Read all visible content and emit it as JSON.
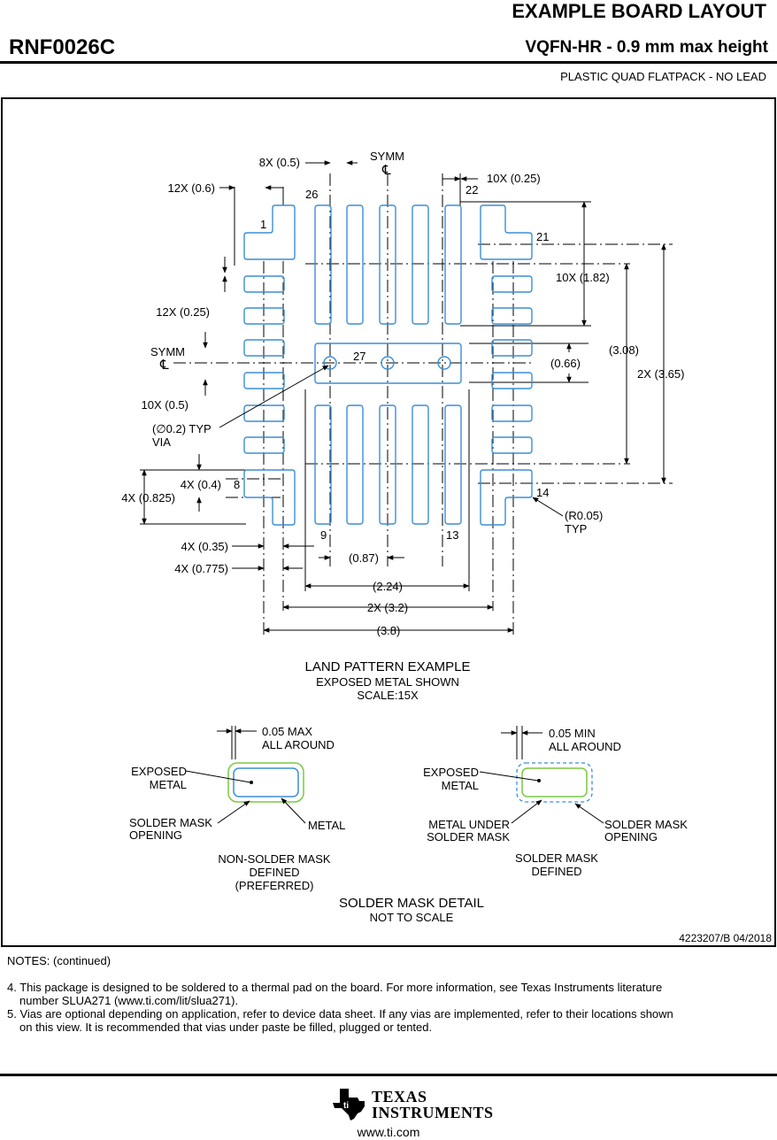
{
  "header": {
    "title": "EXAMPLE BOARD LAYOUT",
    "part_number": "RNF0026C",
    "package": "VQFN-HR - 0.9 mm max height",
    "description": "PLASTIC QUAD FLATPACK - NO LEAD"
  },
  "land_pattern": {
    "pin_labels": {
      "p1": "1",
      "p8": "8",
      "p9": "9",
      "p13": "13",
      "p14": "14",
      "p21": "21",
      "p22": "22",
      "p26": "26",
      "p27": "27"
    },
    "symm": "SYMM",
    "symm_glyph": "℄",
    "dims": {
      "top_pitch": "8X (0.5)",
      "top_width": "10X (0.25)",
      "left_width": "12X (0.6)",
      "right_len": "10X (1.82)",
      "left_pitch": "12X (0.25)",
      "left_pitch2": "10X (0.5)",
      "thermal_h": "(0.66)",
      "span_308": "(3.08)",
      "span_365": "2X (3.65)",
      "via_label": "(∅0.2) TYP",
      "via_label2": "VIA",
      "corner_04": "4X (0.4)",
      "corner_0825": "4X (0.825)",
      "corner_035": "4X (0.35)",
      "corner_0775": "4X (0.775)",
      "via_pitch": "(0.87)",
      "span_224": "(2.24)",
      "span_32": "2X (3.2)",
      "span_38": "(3.8)",
      "radius": "(R0.05)",
      "radius2": "TYP"
    },
    "caption_title": "LAND PATTERN EXAMPLE",
    "caption_line2": "EXPOSED METAL SHOWN",
    "caption_line3": "SCALE:15X"
  },
  "solder_mask": {
    "nsmd": {
      "gap1": "0.05 MAX",
      "gap2": "ALL AROUND",
      "exposed1": "EXPOSED",
      "exposed2": "METAL",
      "opening1": "SOLDER MASK",
      "opening2": "OPENING",
      "metal": "METAL",
      "title1": "NON-SOLDER MASK",
      "title2": "DEFINED",
      "title3": "(PREFERRED)"
    },
    "smd": {
      "gap1": "0.05 MIN",
      "gap2": "ALL AROUND",
      "exposed1": "EXPOSED",
      "exposed2": "METAL",
      "under1": "METAL UNDER",
      "under2": "SOLDER MASK",
      "opening1": "SOLDER MASK",
      "opening2": "OPENING",
      "title1": "SOLDER MASK",
      "title2": "DEFINED"
    },
    "caption_title": "SOLDER MASK DETAIL",
    "caption_sub": "NOT TO SCALE"
  },
  "doc_id": "4223207/B   04/2018",
  "notes": {
    "heading": "NOTES: (continued)",
    "n4_a": "4. This package is designed to be soldered to a thermal pad on the board. For more information, see Texas Instruments literature",
    "n4_b": "number SLUA271 (www.ti.com/lit/slua271).",
    "n5_a": "5. Vias are optional depending on application, refer to device data sheet. If any vias are implemented, refer to their locations shown",
    "n5_b": "on this view. It is recommended that vias under paste be filled, plugged or tented."
  },
  "footer": {
    "brand1": "TEXAS",
    "brand2": "INSTRUMENTS",
    "url": "www.ti.com"
  },
  "colors": {
    "pad": "#3b8ed6",
    "mask_green": "#7ac943",
    "line": "#000000"
  }
}
